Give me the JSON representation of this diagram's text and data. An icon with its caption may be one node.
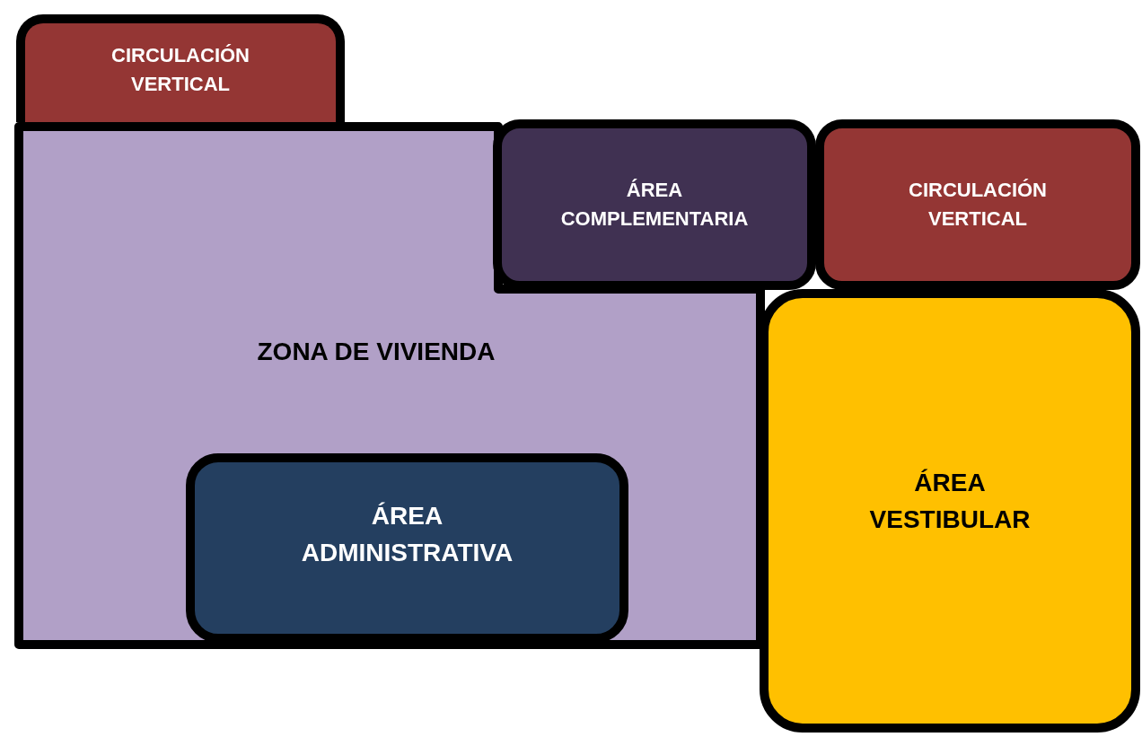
{
  "diagram": {
    "nodes": [
      {
        "text": [
          "CIRCULACIÓN VERTICAL"
        ]
      },
      {
        "text": [
          "ZONA DE VIVIENDA"
        ]
      },
      {
        "text": [
          "ÁREA COMPLEMENTARIA"
        ]
      },
      {
        "text": [
          "CIRCULACIÓN VERTICAL"
        ]
      },
      {
        "text": [
          "ÁREA ADMINISTRATIVA"
        ],
        "in": 1
      },
      {
        "text": [
          "ÁREA VESTIBULAR"
        ]
      }
    ]
  }
}
